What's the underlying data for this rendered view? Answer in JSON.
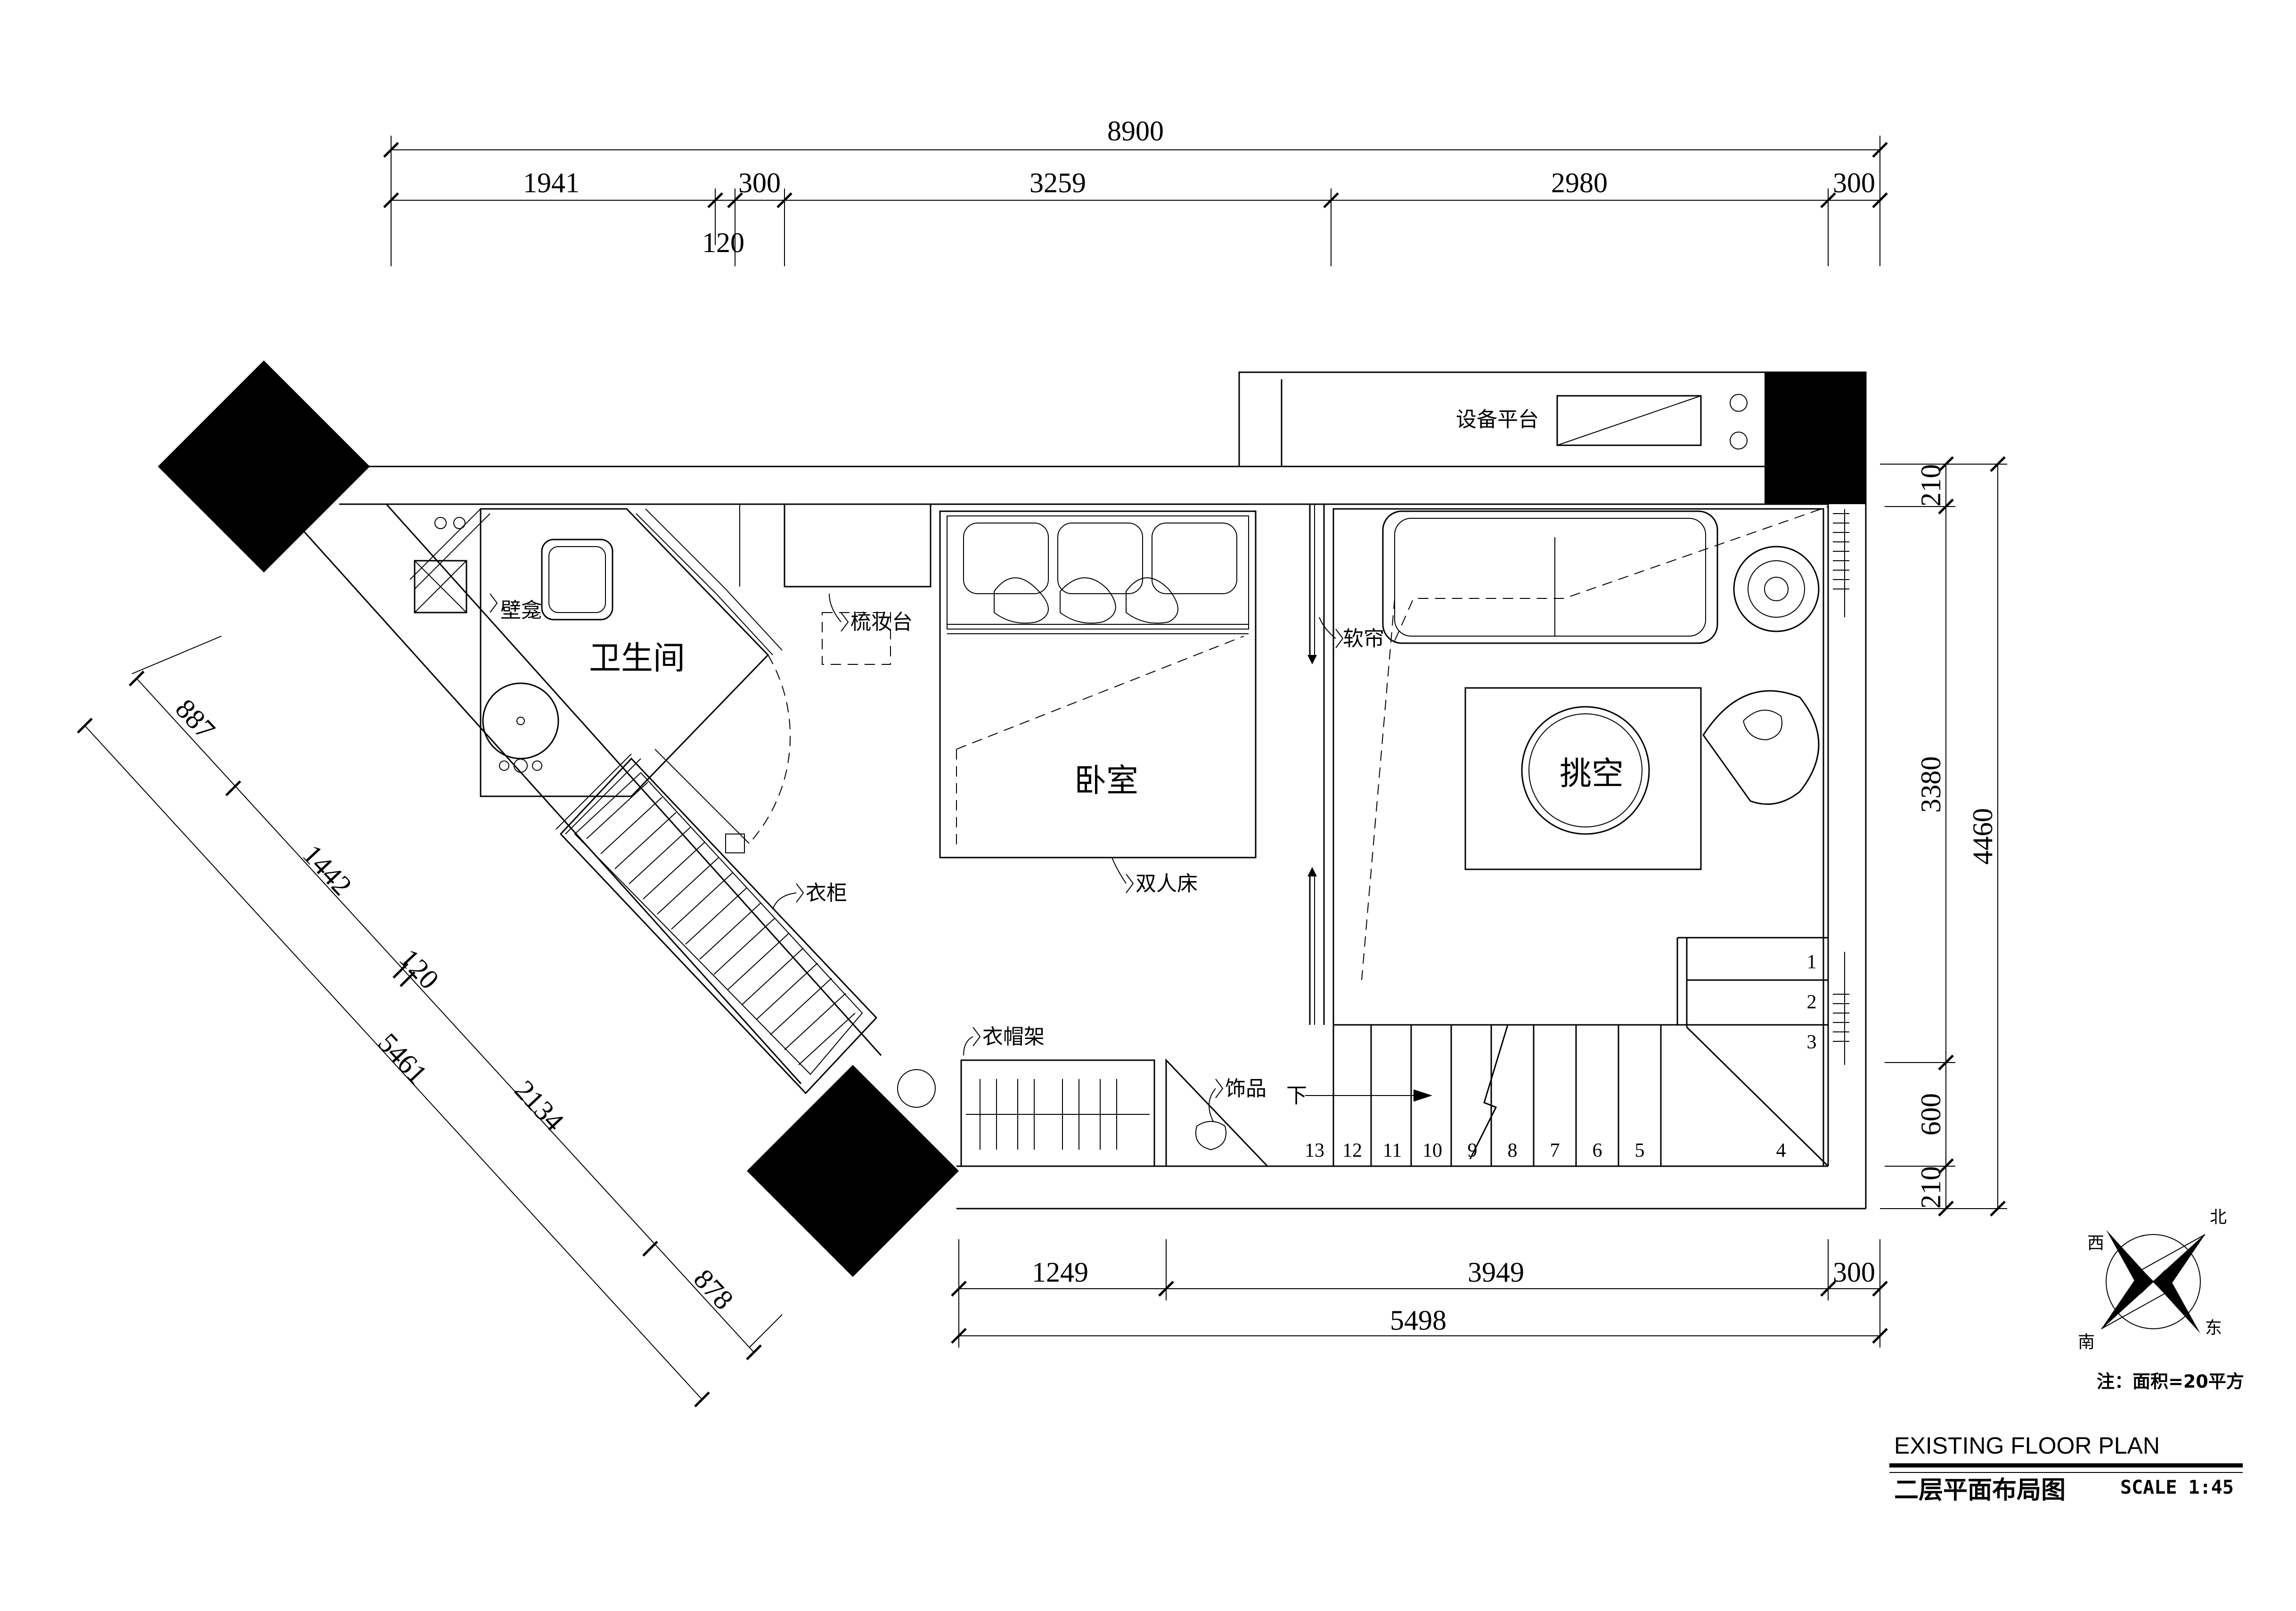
{
  "plan": {
    "dimensions_top": {
      "overall": "8900",
      "seg1": "1941",
      "seg2": "300",
      "seg3": "120",
      "seg4": "3259",
      "seg5": "2980",
      "seg6": "300"
    },
    "dimensions_right": {
      "a": "210",
      "b": "3380",
      "c": "600",
      "d": "210",
      "total": "4460"
    },
    "dimensions_bottom": {
      "a": "1249",
      "b": "3949",
      "c": "300",
      "total": "5498"
    },
    "dimensions_diagonal": {
      "a": "887",
      "b": "1442",
      "c": "120",
      "d": "2134",
      "e": "878",
      "total": "5461"
    },
    "rooms": {
      "bathroom": "卫生间",
      "bedroom": "卧室",
      "void": "挑空",
      "equipment": "设备平台"
    },
    "labels": {
      "niche": "壁龛",
      "dresser": "梳妆台",
      "curtain": "软帘",
      "double_bed": "双人床",
      "wardrobe": "衣柜",
      "coat_rack": "衣帽架",
      "ornament": "饰品",
      "down": "下"
    },
    "stairs": {
      "bottom_steps": [
        "13",
        "12",
        "11",
        "10",
        "9",
        "8",
        "7",
        "6",
        "5",
        "4"
      ],
      "side_steps": [
        "1",
        "2",
        "3"
      ]
    }
  },
  "compass": {
    "north": "北",
    "south": "南",
    "east": "东",
    "west": "西"
  },
  "note": "注：面积=20平方",
  "title_block": {
    "title_en": "EXISTING FLOOR PLAN",
    "title_cn": "二层平面布局图",
    "scale": "SCALE 1:45"
  }
}
